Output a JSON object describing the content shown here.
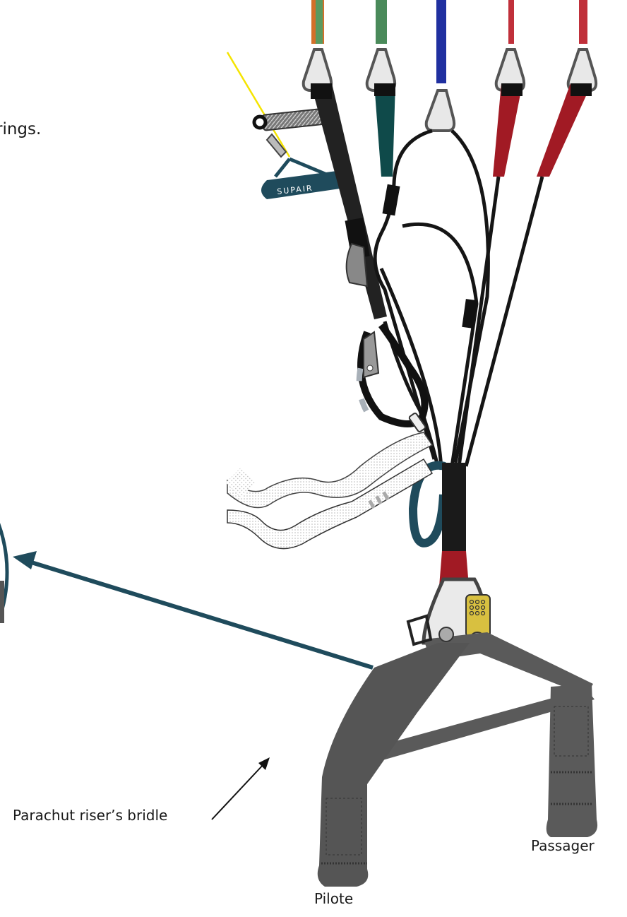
{
  "intro_text_fragment": "rings.",
  "brand_logo_text": "SUPAIR",
  "labels": {
    "bridle": "Parachut riser’s bridle",
    "passager": "Passager",
    "pilote": "Pilote"
  },
  "colors": {
    "teal_accent": "#1f4b5c",
    "riser_red": "#a11a24",
    "riser_green": "#0f4a4a",
    "harness_grey": "#5a5a5a",
    "line_orange": "#d4702a",
    "line_green": "#4a8a5a",
    "line_blue": "#2030a0",
    "line_red": "#c0303a",
    "trimmer_yellow": "#f5e400",
    "shackle_gold": "#d8c040"
  },
  "icons": [
    "carabiner-icon",
    "speed-bar-handle-icon",
    "arrow-icon"
  ]
}
